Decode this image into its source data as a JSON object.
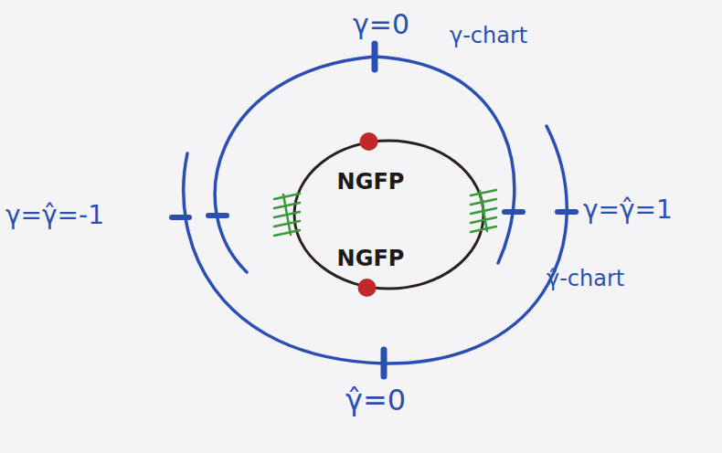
{
  "diagram": {
    "nodes": [
      {
        "text": [
          "NGFP",
          "NGFP"
        ]
      }
    ],
    "labels": [
      "γ=0",
      "γ-chart",
      "γ=γ̂=-1",
      "γ=γ̂=1",
      "γ̂-chart",
      "γ̂=0"
    ]
  }
}
